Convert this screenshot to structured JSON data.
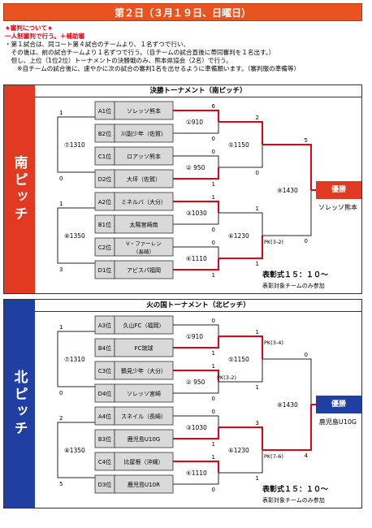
{
  "title": "第２日（３月１９日、日曜日）",
  "notes": {
    "line1": "★審判について★",
    "line2": "一人制審判で行う。＋補助審",
    "line3": "・第１試合は、同コート第４試合のチームより、１名ずつで行い、",
    "line4": "　その後は、前の試合チームより１名ずつで行う。（自チームの試合直後に帯同審判を１名出す。）",
    "line5": "　但し、上位（1位2位）トーナメントの決勝戦のみ、熊本県協会（2名）で行う。",
    "line6": "　　※自チームの試合後に、速やかに次の試合の審判1名を出せるように準備願います。（審判服の準備等）"
  },
  "south": {
    "side_label": "南ピッチ",
    "header": "決勝トーナメント（南ピッチ）",
    "seeds": [
      {
        "seed": "A1位",
        "team": "ソレッソ熊本"
      },
      {
        "seed": "B2位",
        "team": "川副少年（佐賀）"
      },
      {
        "seed": "C1位",
        "team": "ロアッソ熊本"
      },
      {
        "seed": "D2位",
        "team": "大坪（佐賀）"
      },
      {
        "seed": "A2位",
        "team": "ミネルバ（大分）"
      },
      {
        "seed": "B1位",
        "team": "太陽宮崎南"
      },
      {
        "seed": "C2位",
        "team": "V・ファーレン\n（長崎）"
      },
      {
        "seed": "D1位",
        "team": "アビスパ福岡"
      }
    ],
    "games": {
      "g1": "①910",
      "g2": "② 950",
      "g3": "③1030",
      "g4": "④1110",
      "g5": "⑤1150",
      "g6": "⑥1230",
      "g7": "⑦1310",
      "g8": "⑧1350",
      "g9": "⑨1430"
    },
    "scores": {
      "s1a": "6",
      "s1b": "0",
      "s2a": "0",
      "s2b": "1",
      "s3a": "1",
      "s3b": "0",
      "s4a": "0",
      "s4b": "1",
      "s5a": "2",
      "s5b": "0",
      "s6a": "1",
      "s6b": "1",
      "s7a": "1",
      "s7b": "0",
      "s8a": "1",
      "s8b": "3",
      "s9a": "5",
      "s9b": "0",
      "pk6": "PK(3-2)"
    },
    "winner_label": "優勝",
    "winner_team": "ソレッソ熊本",
    "award": "表彰式１５：１０～",
    "award_note": "表彰対象チームのみ参加"
  },
  "north": {
    "side_label": "北ピッチ",
    "header": "火の国トーナメント（北ピッチ）",
    "seeds": [
      {
        "seed": "A3位",
        "team": "久山FC（福岡）"
      },
      {
        "seed": "B4位",
        "team": "FC琉球"
      },
      {
        "seed": "C3位",
        "team": "鶴見少年（大分）"
      },
      {
        "seed": "D4位",
        "team": "ソレッソ宮崎"
      },
      {
        "seed": "A4位",
        "team": "スネイル（長崎）"
      },
      {
        "seed": "B3位",
        "team": "鹿児島U10G"
      },
      {
        "seed": "C4位",
        "team": "比屋根（沖縄）"
      },
      {
        "seed": "D3位",
        "team": "鹿児島U10R"
      }
    ],
    "games": {
      "g1": "①910",
      "g2": "② 950",
      "g3": "③1030",
      "g4": "④1110",
      "g5": "⑤1150",
      "g6": "⑥1230",
      "g7": "⑦1310",
      "g8": "⑧1350",
      "g9": "⑨1430"
    },
    "scores": {
      "s1a": "0",
      "s1b": "1",
      "s2a": "1",
      "s2b": "0",
      "s3a": "0",
      "s3b": "1",
      "s4a": "1",
      "s4b": "0",
      "s5a": "1",
      "s5b": "1",
      "s6a": "3",
      "s6b": "1",
      "s7a": "1",
      "s7b": "0",
      "s8a": "2",
      "s8b": "5",
      "s9a": "0",
      "s9b": "4",
      "pk5a": "PK(3-4)",
      "pk5b": "PK(3-2)",
      "pk6": "PK(7-6)"
    },
    "winner_label": "優勝",
    "winner_team": "鹿児島U10G",
    "award": "表彰式１５：１０～",
    "award_note": "表彰対象チームのみ参加"
  },
  "colors": {
    "accent": "#e8531f",
    "south": "#e23a22",
    "north": "#1f3fa3",
    "win_line": "#e60012",
    "seed_fill": "#d9d9d9"
  }
}
